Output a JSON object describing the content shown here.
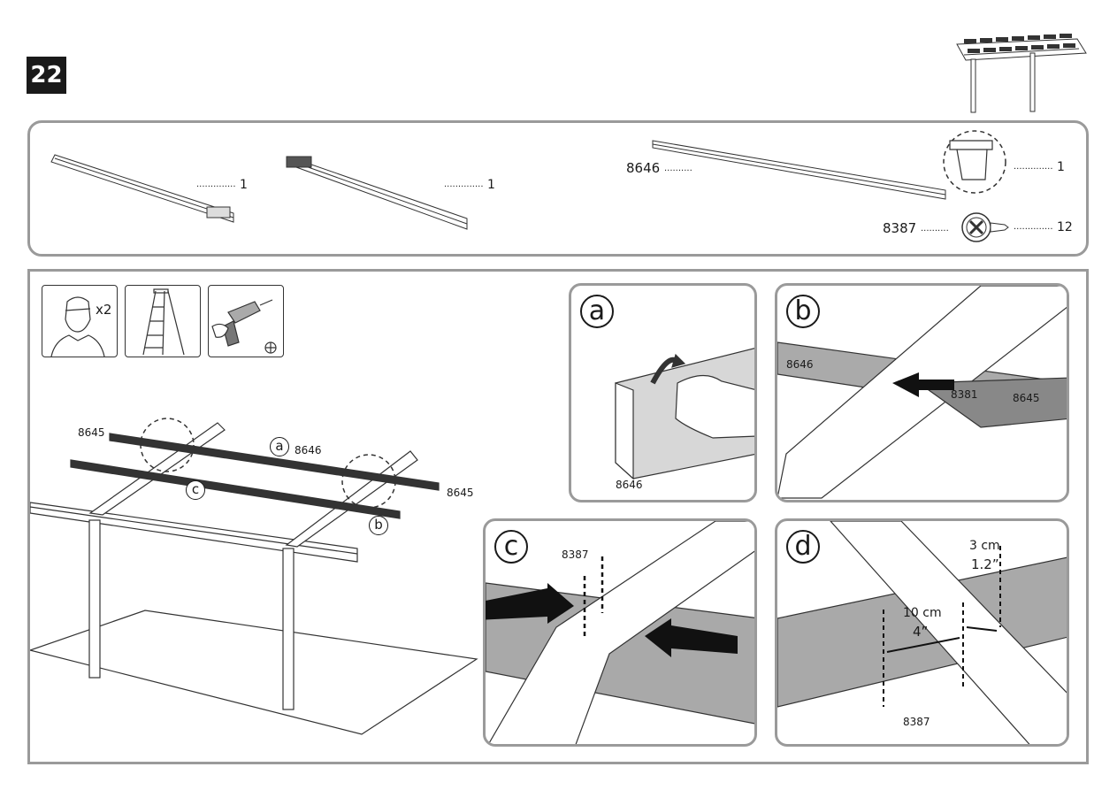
{
  "step": {
    "number": "22"
  },
  "parts": {
    "part1_qty": "1",
    "part2_qty": "1",
    "part3_code": "8646",
    "part4_qty": "1",
    "screw_code": "8387",
    "screw_qty": "12"
  },
  "tools": {
    "persons": "x2"
  },
  "main": {
    "label_8645_left": "8645",
    "label_8645_right": "8645",
    "label_8646": "8646",
    "callout_a": "a",
    "callout_b": "b",
    "callout_c": "c"
  },
  "detail_a": {
    "letter": "a",
    "part": "8646"
  },
  "detail_b": {
    "letter": "b",
    "part_left": "8646",
    "part_mid": "8381",
    "part_right": "8645"
  },
  "detail_c": {
    "letter": "c",
    "screw": "8387"
  },
  "detail_d": {
    "letter": "d",
    "d1_metric": "3 cm",
    "d1_imperial": "1.2”",
    "d2_metric": "10 cm",
    "d2_imperial": "4”",
    "screw": "8387"
  }
}
